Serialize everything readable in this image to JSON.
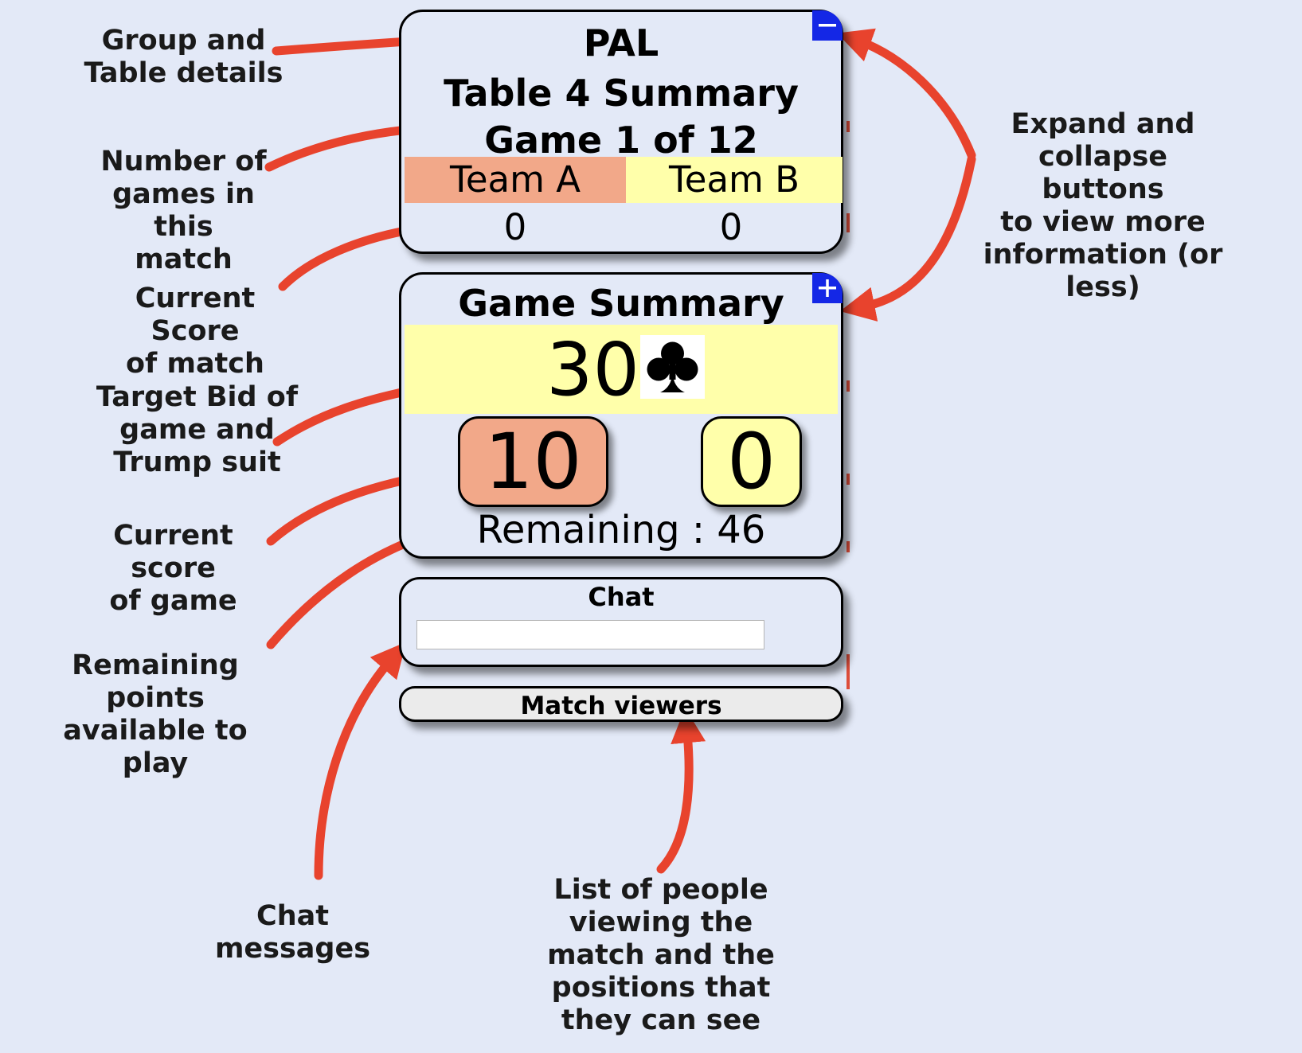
{
  "table_summary": {
    "group_name": "PAL",
    "table_title": "Table 4 Summary",
    "game_count": "Game 1 of 12",
    "teams": [
      {
        "name": "Team A",
        "match_score": "0",
        "color": "#f2a889"
      },
      {
        "name": "Team B",
        "match_score": "0",
        "color": "#ffffaa"
      }
    ],
    "toggle_icon": "collapse-minus-icon"
  },
  "game_summary": {
    "title": "Game Summary",
    "target_bid": "30",
    "trump_suit_symbol": "♣",
    "trump_suit_icon": "club-suit-icon",
    "team_a_score": "10",
    "team_b_score": "0",
    "remaining_label": "Remaining : ",
    "remaining_value": "46",
    "toggle_icon": "expand-plus-icon"
  },
  "chat": {
    "title": "Chat",
    "input_value": ""
  },
  "viewers": {
    "label": "Match viewers"
  },
  "callouts": {
    "group_table": "Group and\nTable details",
    "games_in_match": "Number of\ngames in this\nmatch",
    "match_score": "Current Score\nof match",
    "target_bid": "Target Bid of\ngame and\nTrump suit",
    "game_score": "Current score\nof game",
    "remaining_points": "Remaining\npoints\navailable to\nplay",
    "chat_messages": "Chat\nmessages",
    "viewers_list": "List of people\nviewing the\nmatch and the\npositions that\nthey can see",
    "expand_collapse": "Expand and\ncollapse buttons\nto view more\ninformation (or\nless)"
  },
  "colors": {
    "background": "#e3e9f7",
    "team_a": "#f2a889",
    "team_b": "#ffffaa",
    "toggle_button": "#1427e6",
    "annotation_arrow": "#e8432d"
  }
}
